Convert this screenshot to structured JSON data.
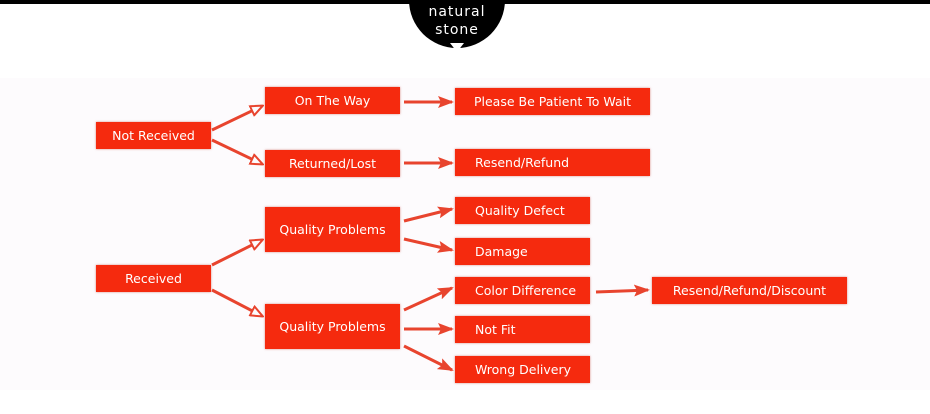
{
  "badge": {
    "line1": "natural",
    "line2": "stone",
    "icon": "triangle-down-icon"
  },
  "nodes": {
    "not_received": "Not Received",
    "on_the_way": "On The Way",
    "returned_lost": "Returned/Lost",
    "please_wait": "Please Be Patient To Wait",
    "resend_refund": "Resend/Refund",
    "received": "Received",
    "quality_problems_1": "Quality Problems",
    "quality_problems_2": "Quality Problems",
    "quality_defect": "Quality Defect",
    "damage": "Damage",
    "color_difference": "Color Difference",
    "not_fit": "Not Fit",
    "wrong_delivery": "Wrong Delivery",
    "resend_refund_discount": "Resend/Refund/Discount"
  },
  "colors": {
    "box": "#f52a0e",
    "arrow": "#e8442e",
    "badge": "#000000"
  }
}
